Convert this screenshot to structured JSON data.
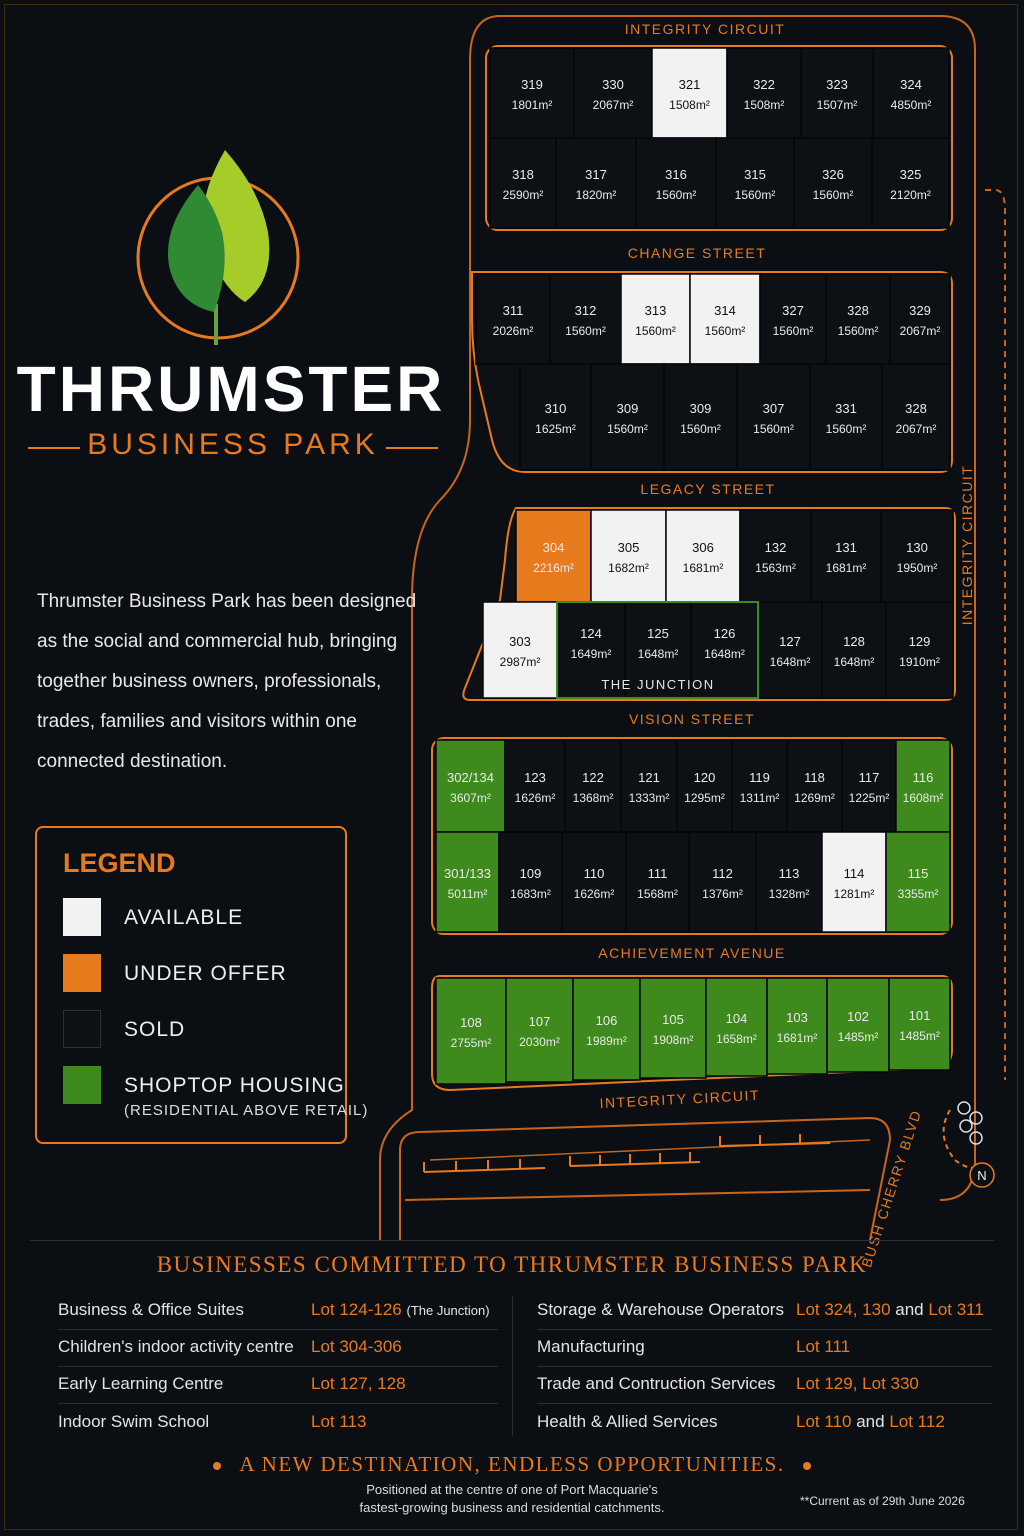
{
  "brand": {
    "title": "THRUMSTER",
    "subtitle": "BUSINESS PARK"
  },
  "intro": "Thrumster Business Park has been designed as the social and commercial hub, bringing together business owners, professionals, trades, families and visitors within one connected destination.",
  "legend": {
    "title": "LEGEND",
    "items": [
      {
        "label": "AVAILABLE",
        "color": "#f2f2f2",
        "note": ""
      },
      {
        "label": "UNDER OFFER",
        "color": "#e87a1e",
        "note": ""
      },
      {
        "label": "SOLD",
        "color": "#0d1116",
        "note": ""
      },
      {
        "label": "SHOPTOP HOUSING",
        "color": "#3f8a1c",
        "note": "(RESIDENTIAL ABOVE RETAIL)"
      }
    ]
  },
  "colors": {
    "available": "#f2f2f2",
    "under_offer": "#e87a1e",
    "sold": "#0d1116",
    "shoptop": "#3f8a1c",
    "accent": "#e87a1e"
  },
  "streets": {
    "integrity_top": "INTEGRITY CIRCUIT",
    "change": "CHANGE STREET",
    "legacy": "LEGACY STREET",
    "vision": "VISION STREET",
    "achievement": "ACHIEVEMENT AVENUE",
    "integrity_bottom": "INTEGRITY CIRCUIT",
    "integrity_right": "INTEGRITY CIRCUIT",
    "bush_cherry": "BUSH CHERRY BLVD"
  },
  "junction_label": "THE JUNCTION",
  "north_label": "N",
  "unit": "m²",
  "lots": [
    {
      "num": "319",
      "area": "1801",
      "status": "sold"
    },
    {
      "num": "330",
      "area": "2067",
      "status": "sold"
    },
    {
      "num": "321",
      "area": "1508",
      "status": "available"
    },
    {
      "num": "322",
      "area": "1508",
      "status": "sold"
    },
    {
      "num": "323",
      "area": "1507",
      "status": "sold"
    },
    {
      "num": "324",
      "area": "4850",
      "status": "sold"
    },
    {
      "num": "318",
      "area": "2590",
      "status": "sold"
    },
    {
      "num": "317",
      "area": "1820",
      "status": "sold"
    },
    {
      "num": "316",
      "area": "1560",
      "status": "sold"
    },
    {
      "num": "315",
      "area": "1560",
      "status": "sold"
    },
    {
      "num": "326",
      "area": "1560",
      "status": "sold"
    },
    {
      "num": "325",
      "area": "2120",
      "status": "sold"
    },
    {
      "num": "311",
      "area": "2026",
      "status": "sold"
    },
    {
      "num": "312",
      "area": "1560",
      "status": "sold"
    },
    {
      "num": "313",
      "area": "1560",
      "status": "available"
    },
    {
      "num": "314",
      "area": "1560",
      "status": "available"
    },
    {
      "num": "327",
      "area": "1560",
      "status": "sold"
    },
    {
      "num": "328",
      "area": "1560",
      "status": "sold"
    },
    {
      "num": "329",
      "area": "2067",
      "status": "sold"
    },
    {
      "num": "310",
      "area": "1625",
      "status": "sold"
    },
    {
      "num": "309",
      "area": "1560",
      "status": "sold"
    },
    {
      "num": "309",
      "area": "1560",
      "status": "sold"
    },
    {
      "num": "307",
      "area": "1560",
      "status": "sold"
    },
    {
      "num": "331",
      "area": "1560",
      "status": "sold"
    },
    {
      "num": "328",
      "area": "2067",
      "status": "sold"
    },
    {
      "num": "304",
      "area": "2216",
      "status": "under_offer"
    },
    {
      "num": "305",
      "area": "1682",
      "status": "available"
    },
    {
      "num": "306",
      "area": "1681",
      "status": "available"
    },
    {
      "num": "132",
      "area": "1563",
      "status": "sold"
    },
    {
      "num": "131",
      "area": "1681",
      "status": "sold"
    },
    {
      "num": "130",
      "area": "1950",
      "status": "sold"
    },
    {
      "num": "303",
      "area": "2987",
      "status": "available"
    },
    {
      "num": "124",
      "area": "1649",
      "status": "junction"
    },
    {
      "num": "125",
      "area": "1648",
      "status": "junction"
    },
    {
      "num": "126",
      "area": "1648",
      "status": "junction"
    },
    {
      "num": "127",
      "area": "1648",
      "status": "sold"
    },
    {
      "num": "128",
      "area": "1648",
      "status": "sold"
    },
    {
      "num": "129",
      "area": "1910",
      "status": "sold"
    },
    {
      "num": "302/134",
      "area": "3607",
      "status": "shoptop"
    },
    {
      "num": "123",
      "area": "1626",
      "status": "sold"
    },
    {
      "num": "122",
      "area": "1368",
      "status": "sold"
    },
    {
      "num": "121",
      "area": "1333",
      "status": "sold"
    },
    {
      "num": "120",
      "area": "1295",
      "status": "sold"
    },
    {
      "num": "119",
      "area": "1311",
      "status": "sold"
    },
    {
      "num": "118",
      "area": "1269",
      "status": "sold"
    },
    {
      "num": "117",
      "area": "1225",
      "status": "sold"
    },
    {
      "num": "116",
      "area": "1608",
      "status": "shoptop"
    },
    {
      "num": "301/133",
      "area": "5011",
      "status": "shoptop"
    },
    {
      "num": "109",
      "area": "1683",
      "status": "sold"
    },
    {
      "num": "110",
      "area": "1626",
      "status": "sold"
    },
    {
      "num": "111",
      "area": "1568",
      "status": "sold"
    },
    {
      "num": "112",
      "area": "1376",
      "status": "sold"
    },
    {
      "num": "113",
      "area": "1328",
      "status": "sold"
    },
    {
      "num": "114",
      "area": "1281",
      "status": "available"
    },
    {
      "num": "115",
      "area": "3355",
      "status": "shoptop"
    },
    {
      "num": "108",
      "area": "2755",
      "status": "shoptop"
    },
    {
      "num": "107",
      "area": "2030",
      "status": "shoptop"
    },
    {
      "num": "106",
      "area": "1989",
      "status": "shoptop"
    },
    {
      "num": "105",
      "area": "1908",
      "status": "shoptop"
    },
    {
      "num": "104",
      "area": "1658",
      "status": "shoptop"
    },
    {
      "num": "103",
      "area": "1681",
      "status": "shoptop"
    },
    {
      "num": "102",
      "area": "1485",
      "status": "shoptop"
    },
    {
      "num": "101",
      "area": "1485",
      "status": "shoptop"
    }
  ],
  "businesses": {
    "title": "BUSINESSES COMMITTED TO THRUMSTER BUSINESS PARK",
    "left": [
      {
        "name": "Business & Office Suites",
        "lot": "Lot 124-126",
        "extra": "(The Junction)"
      },
      {
        "name": "Children's indoor activity centre",
        "lot": "Lot 304-306",
        "extra": ""
      },
      {
        "name": "Early Learning Centre",
        "lot": "Lot 127, 128",
        "extra": ""
      },
      {
        "name": "Indoor Swim School",
        "lot": "Lot 113",
        "extra": ""
      }
    ],
    "right": [
      {
        "name": "Storage & Warehouse Operators",
        "lot_a": "Lot 324, 130",
        "joiner": "and",
        "lot_b": "Lot 311"
      },
      {
        "name": "Manufacturing",
        "lot_a": "Lot 111",
        "joiner": "",
        "lot_b": ""
      },
      {
        "name": "Trade and Contruction Services",
        "lot_a": "Lot 129, Lot 330",
        "joiner": "",
        "lot_b": ""
      },
      {
        "name": "Health & Allied Services",
        "lot_a": "Lot 110",
        "joiner": "and",
        "lot_b": "Lot 112"
      }
    ]
  },
  "tagline": "A NEW DESTINATION, ENDLESS OPPORTUNITIES.",
  "sub_tagline_1": "Positioned at the centre of one of Port Macquarie's",
  "sub_tagline_2": "fastest-growing business and residential catchments.",
  "as_of": "**Current as of 29th June 2026"
}
